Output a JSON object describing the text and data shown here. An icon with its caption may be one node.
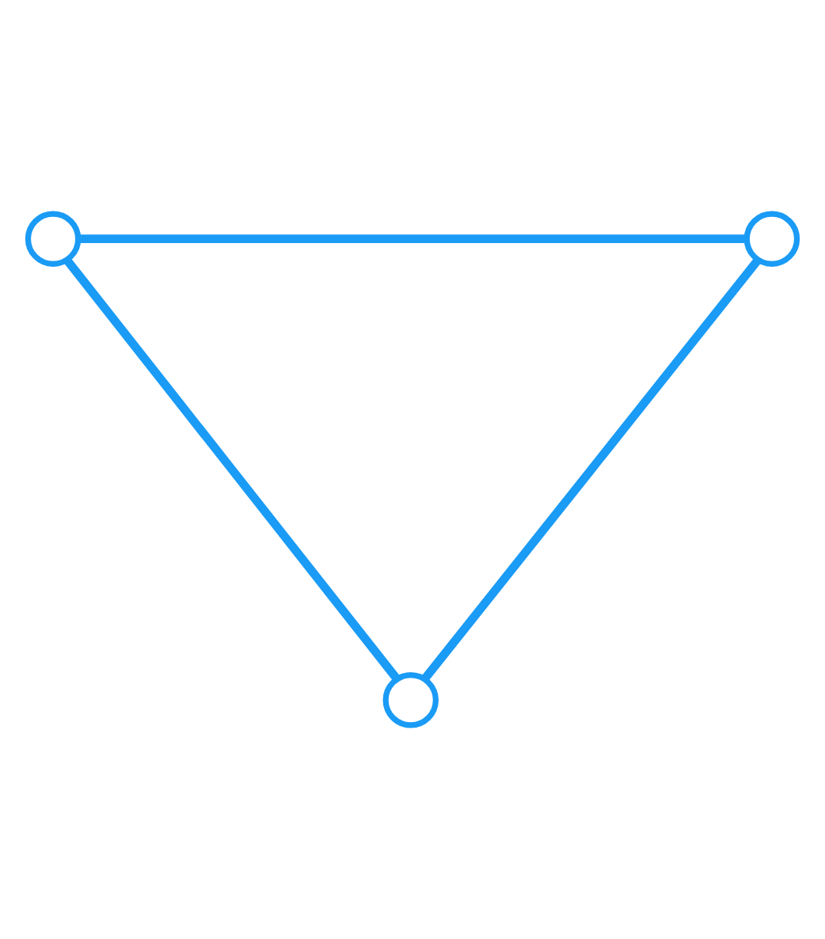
{
  "diagram": {
    "nodes": [
      {
        "text": [],
        "shape": "circle"
      },
      {
        "text": [],
        "shape": "circle"
      },
      {
        "text": [],
        "shape": "circle"
      }
    ],
    "edges": [
      {
        "from": 0,
        "to": 1,
        "arrow": "none"
      },
      {
        "from": 2,
        "to": 0,
        "arrow": "none"
      },
      {
        "from": 2,
        "to": 1,
        "arrow": "none"
      }
    ]
  }
}
